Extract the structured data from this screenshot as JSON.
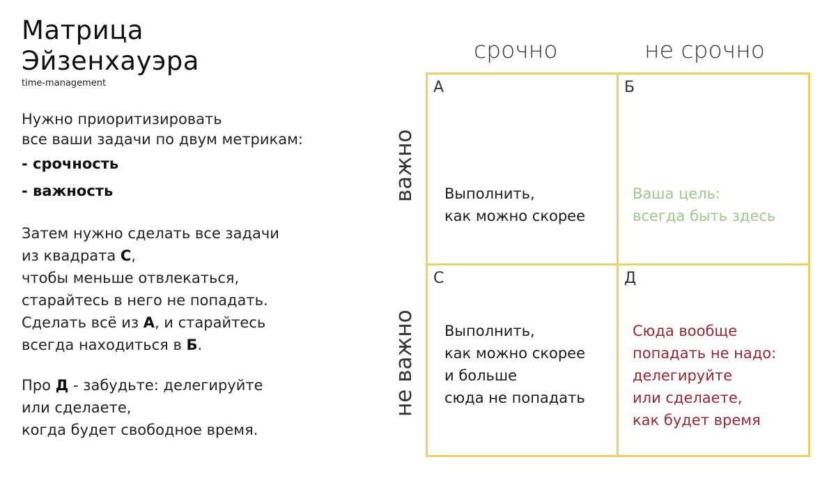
{
  "left": {
    "title_line1": "Матрица",
    "title_line2": "Эйзенхауэра",
    "subtitle": "time-management",
    "intro_line1": "Нужно приоритизировать",
    "intro_line2": "все ваши задачи по двум метрикам:",
    "metrics": [
      "- срочность",
      "- важность"
    ],
    "para2": {
      "line1": "Затем нужно сделать все задачи",
      "line2_pre": "из квадрата ",
      "line2_bold": "С",
      "line2_post": ",",
      "line3": "чтобы меньше отвлекаться,",
      "line4": "старайтесь в него не попадать.",
      "line5_pre": "Сделать всё из ",
      "line5_bold": "А",
      "line5_post": ", и старайтесь",
      "line6_pre": "всегда находиться в ",
      "line6_bold": "Б",
      "line6_post": "."
    },
    "para3": {
      "line1_pre": "Про ",
      "line1_bold": "Д",
      "line1_post": " - забудьте: делегируйте",
      "line2": "или сделаете,",
      "line3": "когда будет свободное время."
    }
  },
  "matrix": {
    "columns": [
      "срочно",
      "не срочно"
    ],
    "rows": [
      "важно",
      "не важно"
    ],
    "border_color": "#ecd060",
    "cells": [
      {
        "letter": "А",
        "lines": [
          "Выполнить,",
          "как можно скорее"
        ],
        "color": "#1a1a1a"
      },
      {
        "letter": "Б",
        "lines": [
          "Ваша цель:",
          "всегда быть здесь"
        ],
        "color": "#9cc98a"
      },
      {
        "letter": "С",
        "lines": [
          "Выполнить,",
          "как можно скорее",
          "и больше",
          "сюда не попадать"
        ],
        "color": "#1a1a1a"
      },
      {
        "letter": "Д",
        "lines": [
          "Сюда вообще",
          "попадать не надо:",
          "делегируйте",
          "или сделаете,",
          "как будет время"
        ],
        "color": "#9b2630"
      }
    ]
  }
}
